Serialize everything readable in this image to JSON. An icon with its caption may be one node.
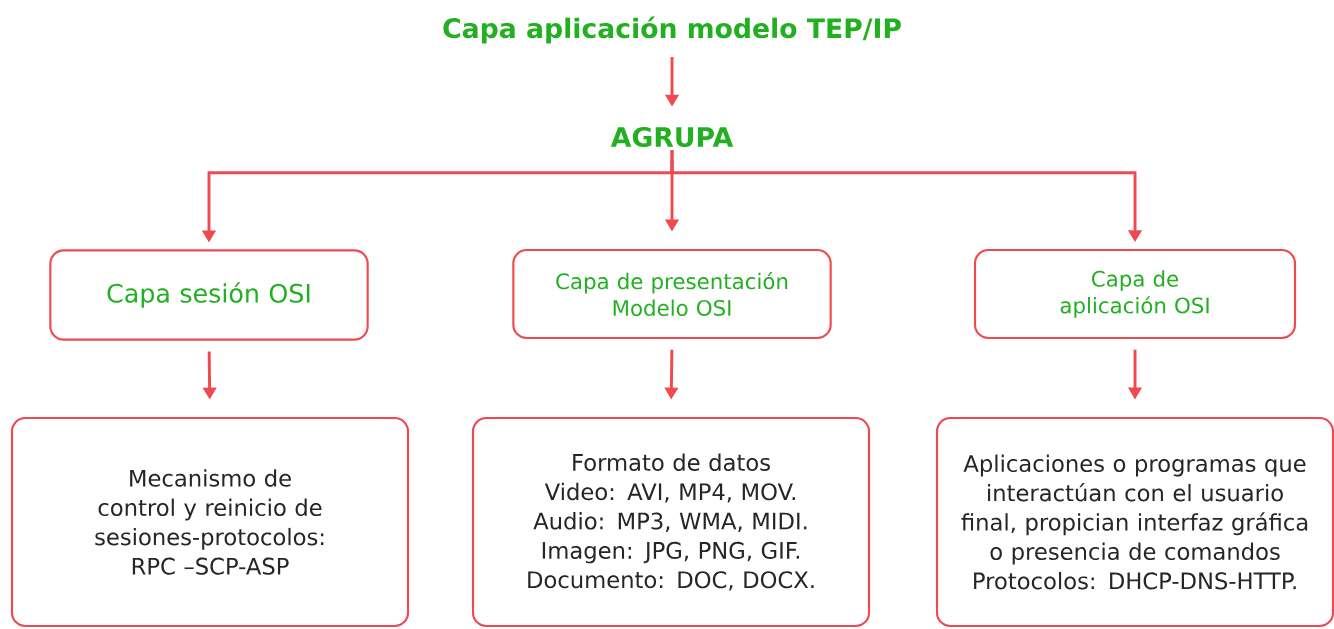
{
  "diagram": {
    "nodes": [
      {
        "text": [
          "Capa aplicación modelo TEP/IP"
        ]
      },
      {
        "text": [
          "AGRUPA"
        ]
      },
      {
        "text": [
          "Capa sesión OSI"
        ]
      },
      {
        "text": [
          "Capa de presentación Modelo OSI"
        ]
      },
      {
        "text": [
          "Capa de aplicación OSI"
        ]
      },
      {
        "text": [
          "Mecanismo de control y reinicio de sesiones-protocolos: RPC –SCP-ASP"
        ]
      },
      {
        "text": [
          "Formato de datos",
          "Video: AVI, MP4, MOV.",
          "Audio: MP3, WMA, MIDI.",
          "Imagen: JPG, PNG, GIF.",
          "Documento: DOC, DOCX."
        ]
      },
      {
        "text": [
          "Aplicaciones o programas que interactúan con el usuario final, propician interfaz gráfica o presencia de comandos",
          "Protocolos: DHCP-DNS-HTTP."
        ]
      }
    ],
    "edges": [
      {
        "from": 0,
        "to": 1,
        "arrow": "to"
      },
      {
        "from": 1,
        "to": 2,
        "arrow": "to"
      },
      {
        "from": 1,
        "to": 3,
        "arrow": "to"
      },
      {
        "from": 1,
        "to": 4,
        "arrow": "to"
      },
      {
        "from": 2,
        "to": 5,
        "arrow": "to"
      },
      {
        "from": 3,
        "to": 6,
        "arrow": "to"
      },
      {
        "from": 4,
        "to": 7,
        "arrow": "to"
      }
    ]
  }
}
